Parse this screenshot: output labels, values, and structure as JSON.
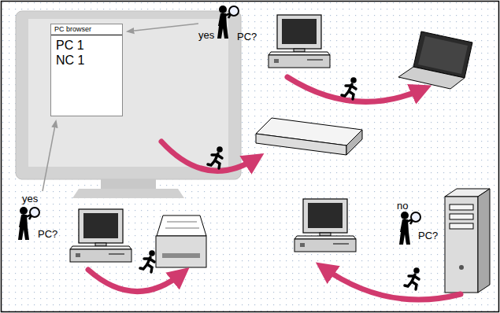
{
  "diagram": {
    "nodes": [
      {
        "text": [
          "PC browser",
          "PC 1",
          "NC 1"
        ]
      }
    ],
    "labels": [
      "yes",
      "PC?",
      "yes",
      "PC?",
      "no",
      "PC?"
    ]
  }
}
